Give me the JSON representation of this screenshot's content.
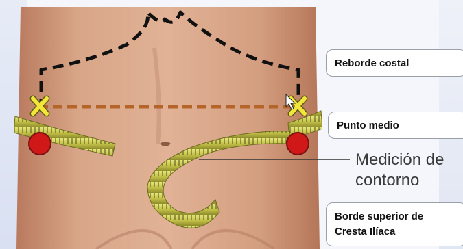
{
  "labels": {
    "reborde_costal": "Reborde costal",
    "punto_medio": "Punto medio",
    "borde_line1": "Borde superior de",
    "borde_line2": "Cresta Ilíaca"
  },
  "annotation": {
    "line1": "Medición de",
    "line2": "contorno"
  },
  "colors": {
    "skin": "#d4a083",
    "dashed_outline": "#111111",
    "midline": "#b5652a",
    "marker_x": "#f2e63a",
    "marker_dot": "#d01818",
    "tape": "#c9c74a"
  }
}
